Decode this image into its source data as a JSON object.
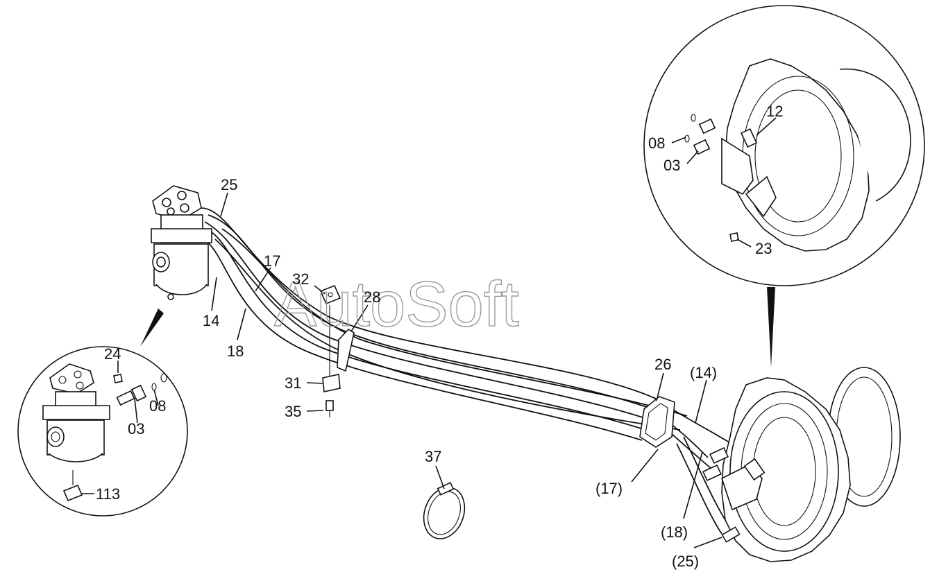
{
  "watermark": "AutoSoft",
  "labels": {
    "l25_top": "25",
    "l17_top": "17",
    "l14_top": "14",
    "l18_top": "18",
    "l32": "32",
    "l28": "28",
    "l31": "31",
    "l35": "35",
    "l37": "37",
    "l26": "26",
    "l14_paren": "(14)",
    "l17_paren": "(17)",
    "l18_paren": "(18)",
    "l25_paren": "(25)",
    "l12": "12",
    "l08_right": "08",
    "l03_right": "03",
    "l23": "23",
    "l24": "24",
    "l08_left": "08",
    "l03_left": "03",
    "l113": "113"
  }
}
